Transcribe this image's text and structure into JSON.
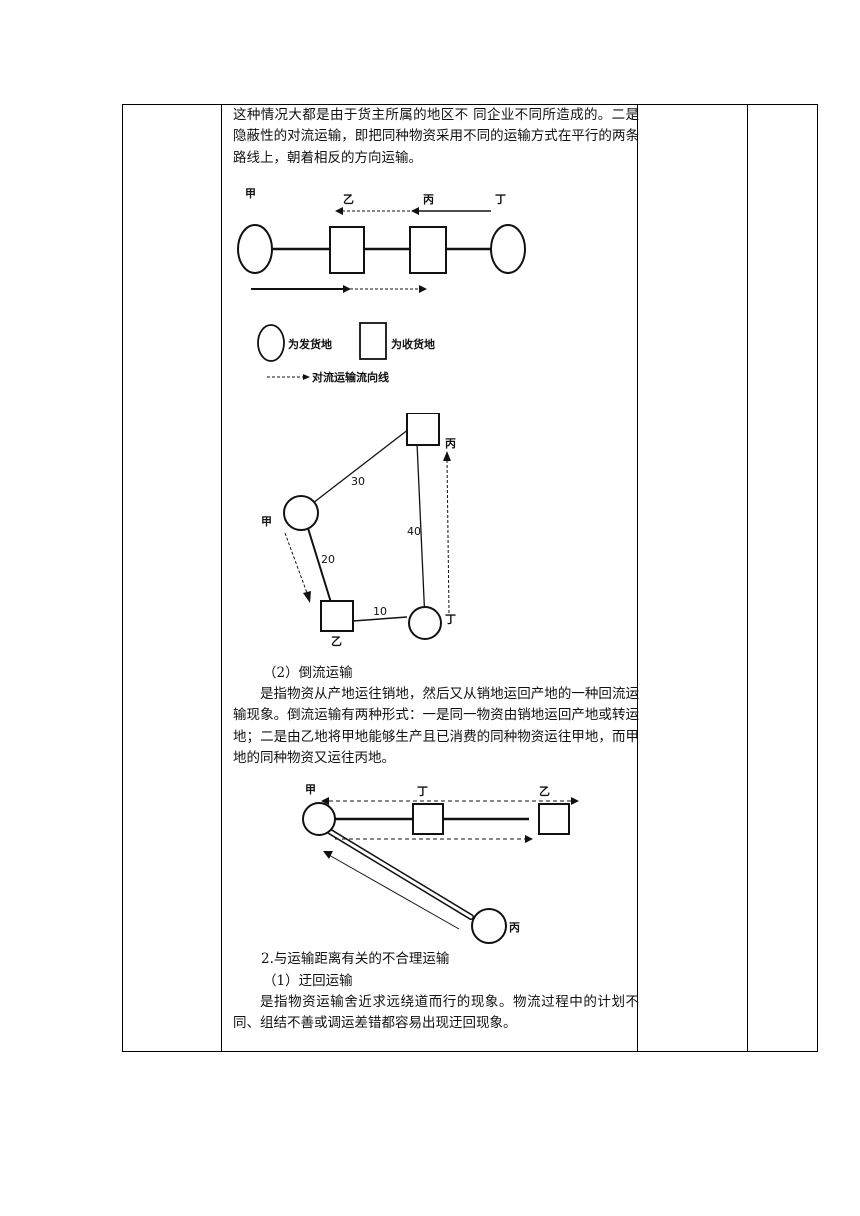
{
  "paragraphs": {
    "p1": "这种情况大都是由于货主所属的地区不  同企业不同所造成的。二是隐蔽性的对流运输，即把同种物资采用不同的运输方式在平行的两条路线上，朝着相反的方向运输。",
    "h_backflow": "（2）倒流运输",
    "p_backflow": "是指物资从产地运往销地，然后又从销地运回产地的一种回流运输现象。倒流运输有两种形式：一是同一物资由销地运回产地或转运地；二是由乙地将甲地能够生产且已消费的同种物资运往甲地，而甲地的同种物资又运往丙地。",
    "h_distance": "2.与运输距离有关的不合理运输",
    "h_detour": "（1）迂回运输",
    "p_detour": "是指物资运输舍近求远绕道而行的现象。物流过程中的计划不同、组结不善或调运差错都容易出现迂回现象。"
  },
  "diagram1": {
    "labels": [
      "甲",
      "乙",
      "丙",
      "丁"
    ],
    "legend_circle": "为发货地",
    "legend_square": "为收货地",
    "legend_arrow": "对流运输流向线"
  },
  "diagram2": {
    "labels": {
      "a": "甲",
      "b": "乙",
      "c": "丙",
      "d": "丁"
    },
    "distances": {
      "ac": "30",
      "ab": "20",
      "bd": "10",
      "cd": "40"
    }
  },
  "diagram3": {
    "labels": {
      "a": "甲",
      "d": "丁",
      "b": "乙",
      "c": "丙"
    }
  }
}
